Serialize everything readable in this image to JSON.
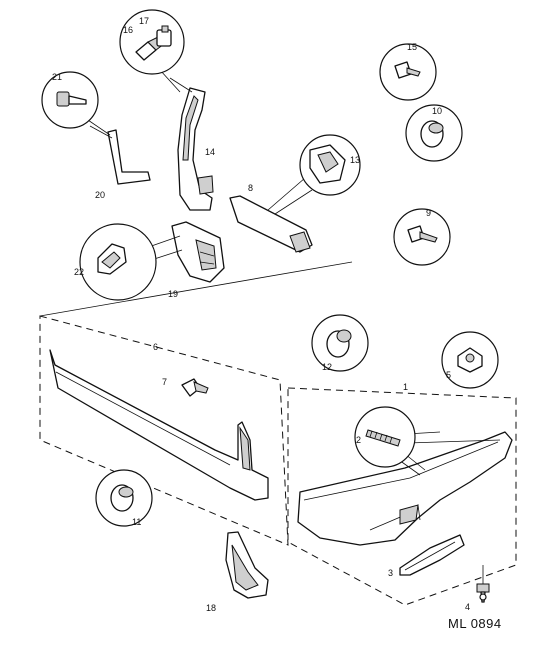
{
  "callouts": {
    "c1": "1",
    "c2": "2",
    "c3": "3",
    "c4": "4",
    "c5": "5",
    "c6": "6",
    "c7": "7",
    "c8": "8",
    "c9": "9",
    "c10": "10",
    "c11": "11",
    "c12": "12",
    "c13": "13",
    "c14": "14",
    "c15": "15",
    "c16": "16",
    "c17": "17",
    "c18": "18",
    "c19": "19",
    "c20": "20",
    "c21": "21",
    "c22": "22"
  },
  "reference": "ML 0894"
}
